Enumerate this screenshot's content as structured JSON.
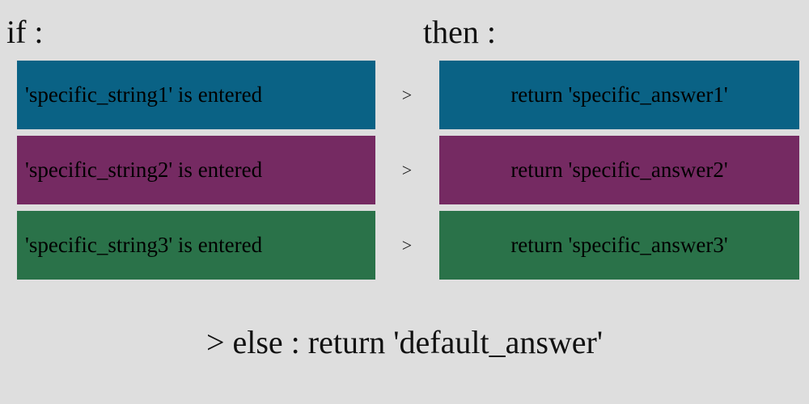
{
  "background_color": "#dedede",
  "columns": {
    "condition_heading": "if :",
    "result_heading": "then :"
  },
  "arrow_symbol": ">",
  "rules": [
    {
      "condition": "'specific_string1' is entered",
      "arrow": ">",
      "result": "return 'specific_answer1'",
      "color": "#0a6285"
    },
    {
      "condition": "'specific_string2' is entered",
      "arrow": ">",
      "result": "return 'specific_answer2'",
      "color": "#752a62"
    },
    {
      "condition": "'specific_string3' is entered",
      "arrow": ">",
      "result": "return 'specific_answer3'",
      "color": "#2a7249"
    }
  ],
  "fallback": {
    "text": "> else : return 'default_answer'"
  }
}
